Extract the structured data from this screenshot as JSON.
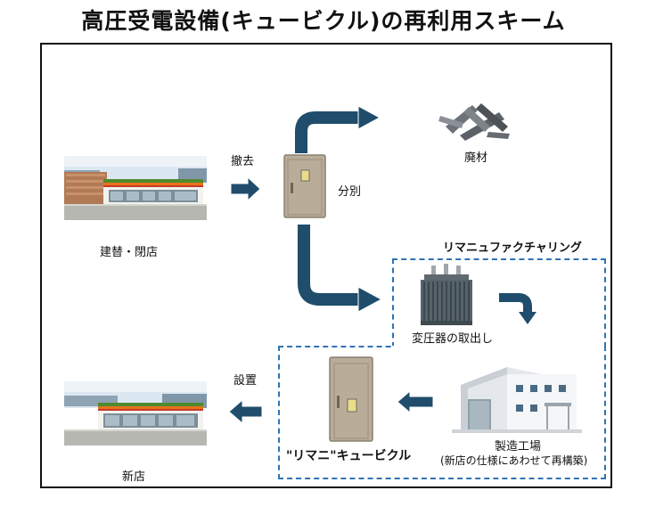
{
  "title": "高圧受電設備(キュービクル)の再利用スキーム",
  "stores": {
    "old": "建替・閉店",
    "new": "新店"
  },
  "steps": {
    "removal": "撤去",
    "sorting": "分別",
    "scrap": "廃材",
    "transformer": "変圧器の取出し",
    "factory_line1": "製造工場",
    "factory_line2": "(新店の仕様にあわせて再構築)",
    "product": "\"リマニ\"キュービクル",
    "install": "設置"
  },
  "remanufacturing_label": "リマニュファクチャリング",
  "colors": {
    "arrow_navy": "#1f4d6b",
    "arrow_outline": "#ffffff",
    "dashed_box": "#2f73b4",
    "cabinet": "#b9ad99",
    "store_green": "#4f8a2e",
    "store_orange": "#e8731a",
    "store_red": "#c83a2a"
  }
}
